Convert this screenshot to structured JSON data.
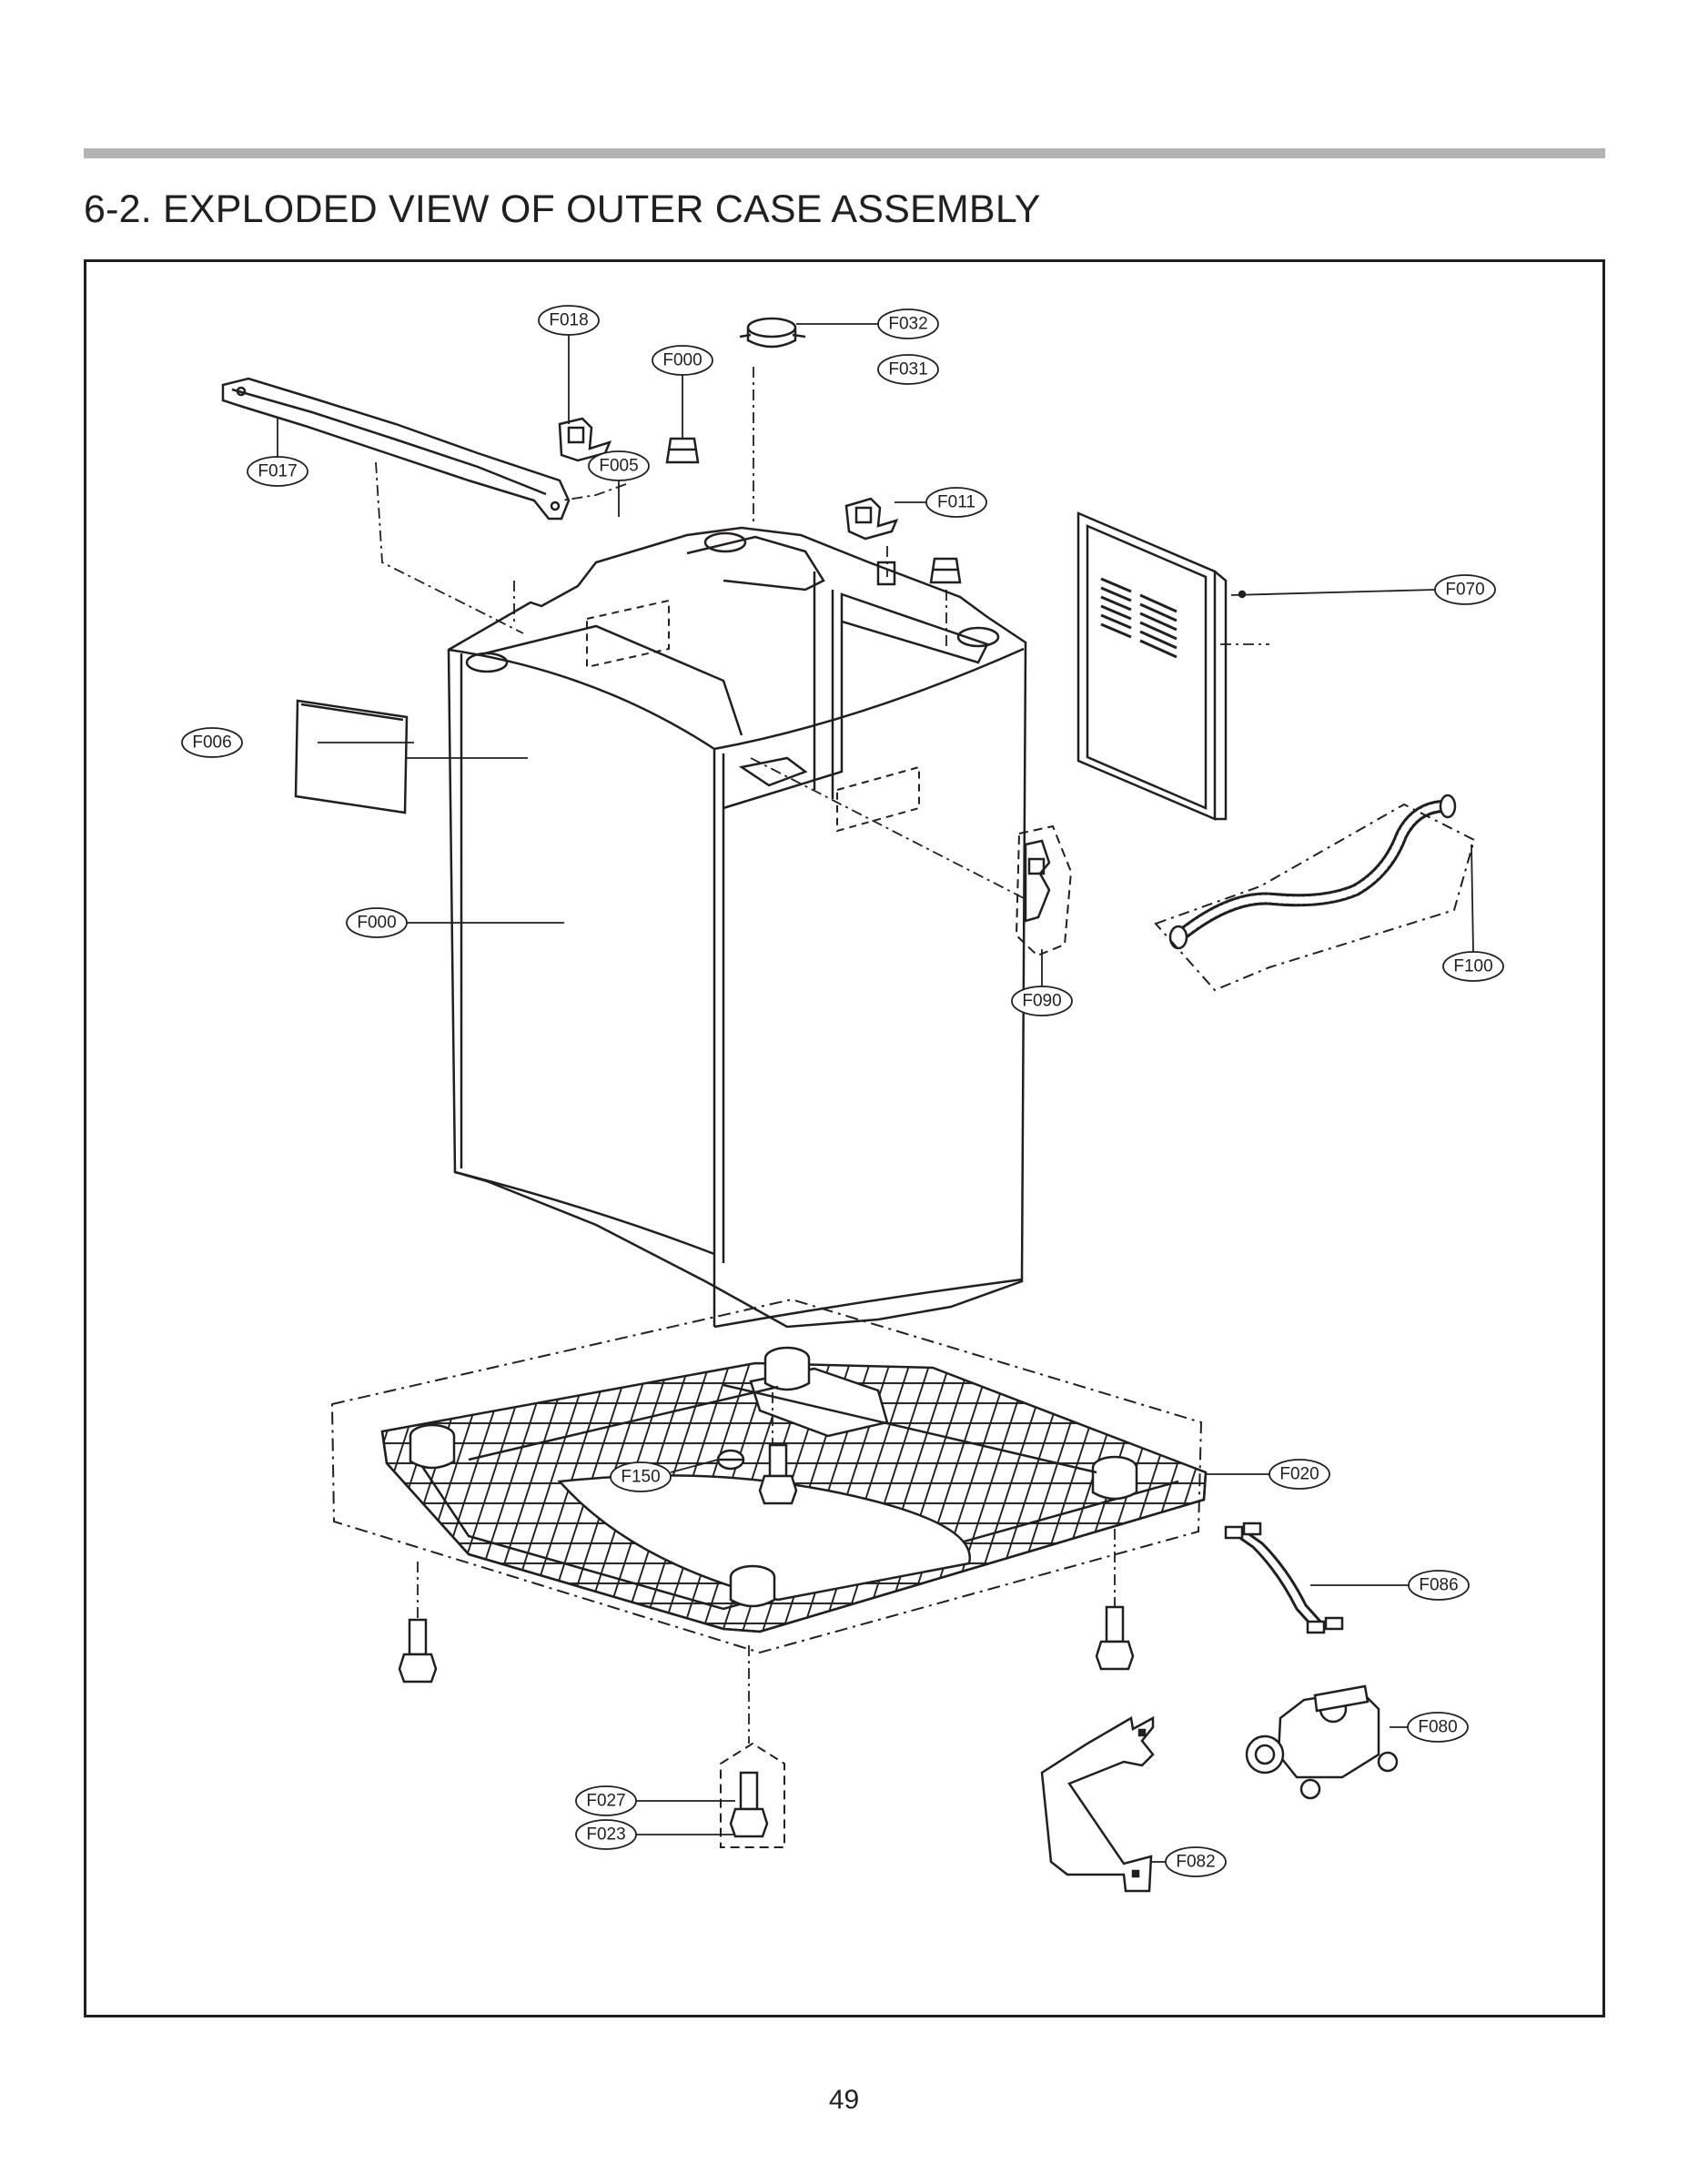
{
  "page": {
    "title": "6-2. EXPLODED VIEW OF OUTER CASE ASSEMBLY",
    "page_number": "49"
  },
  "parts": {
    "f018": "F018",
    "f000_top": "F000",
    "f032": "F032",
    "f031": "F031",
    "f017": "F017",
    "f005": "F005",
    "f011": "F011",
    "f070": "F070",
    "f006": "F006",
    "f000_side": "F000",
    "f090": "F090",
    "f100": "F100",
    "f150": "F150",
    "f020": "F020",
    "f086": "F086",
    "f080": "F080",
    "f027": "F027",
    "f023": "F023",
    "f082": "F082"
  },
  "colors": {
    "line": "#231f20",
    "rule": "#b3b3b3"
  }
}
